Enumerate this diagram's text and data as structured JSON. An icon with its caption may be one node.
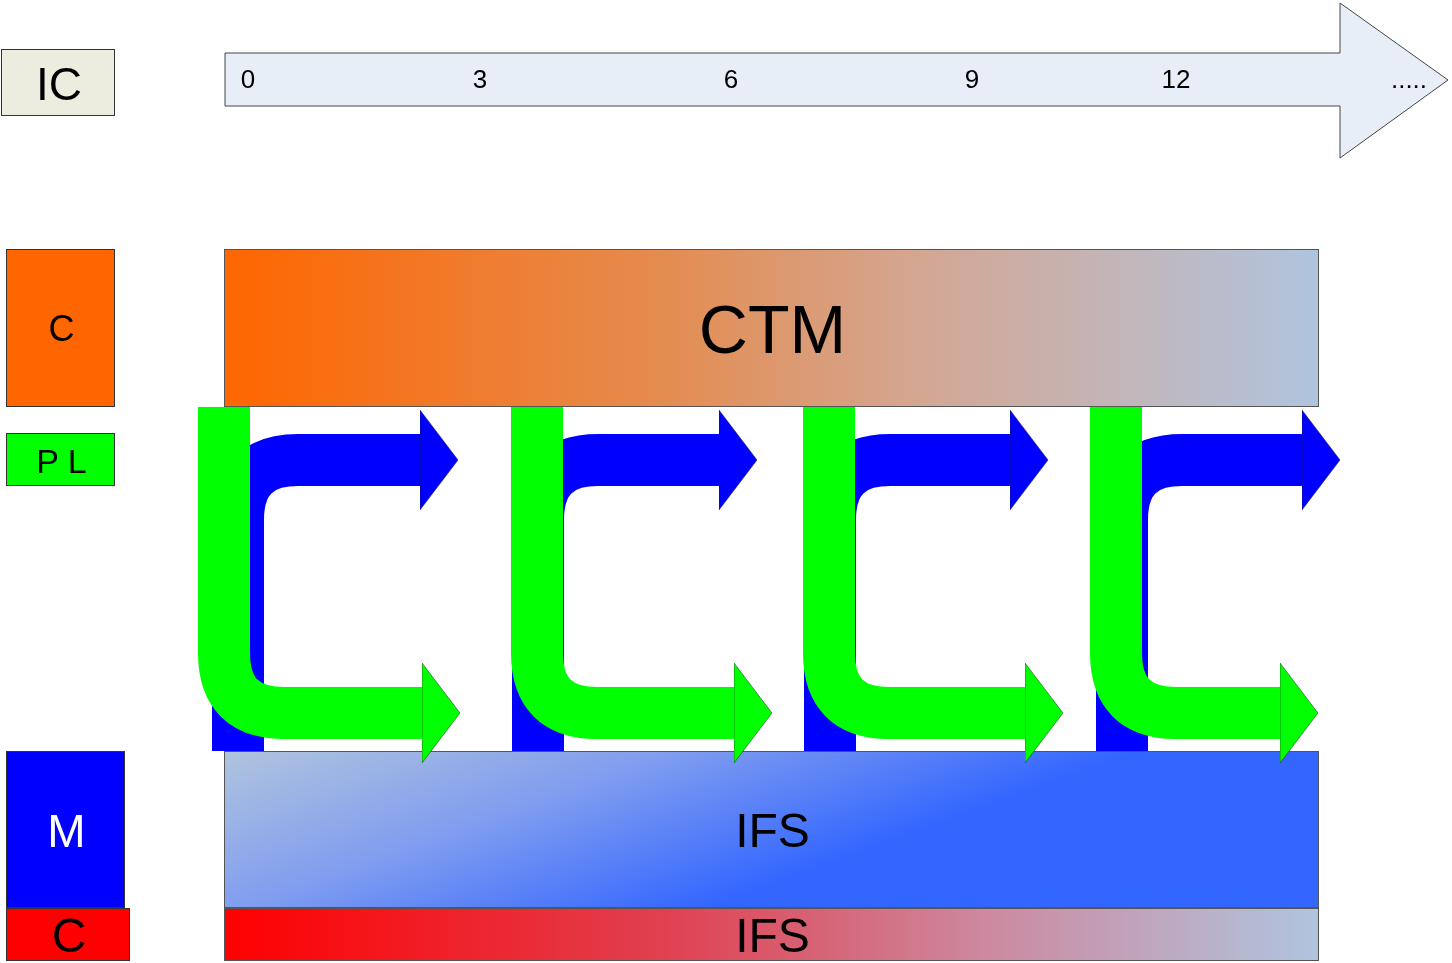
{
  "diagram": {
    "nodes": [
      {
        "text": [
          "IC"
        ]
      },
      {
        "text": [
          "0",
          "3",
          "6",
          "9",
          "12",
          "....."
        ]
      },
      {
        "text": [
          "C"
        ]
      },
      {
        "text": [
          "CTM"
        ]
      },
      {
        "text": [
          "P L"
        ]
      },
      {
        "text": [
          "M"
        ]
      },
      {
        "text": [
          "IFS"
        ]
      },
      {
        "text": [
          "C"
        ]
      },
      {
        "text": [
          "IFS"
        ]
      }
    ],
    "edges": [
      {
        "from": 3,
        "to": 6,
        "arrow": "to",
        "color": "#00ff00"
      },
      {
        "from": 3,
        "to": 6,
        "arrow": "to",
        "color": "#00ff00"
      },
      {
        "from": 3,
        "to": 6,
        "arrow": "to",
        "color": "#00ff00"
      },
      {
        "from": 3,
        "to": 6,
        "arrow": "to",
        "color": "#00ff00"
      },
      {
        "from": 6,
        "to": 3,
        "arrow": "to",
        "color": "#0000ff"
      },
      {
        "from": 6,
        "to": 3,
        "arrow": "to",
        "color": "#0000ff"
      },
      {
        "from": 6,
        "to": 3,
        "arrow": "to",
        "color": "#0000ff"
      },
      {
        "from": 6,
        "to": 3,
        "arrow": "to",
        "color": "#0000ff"
      }
    ]
  }
}
